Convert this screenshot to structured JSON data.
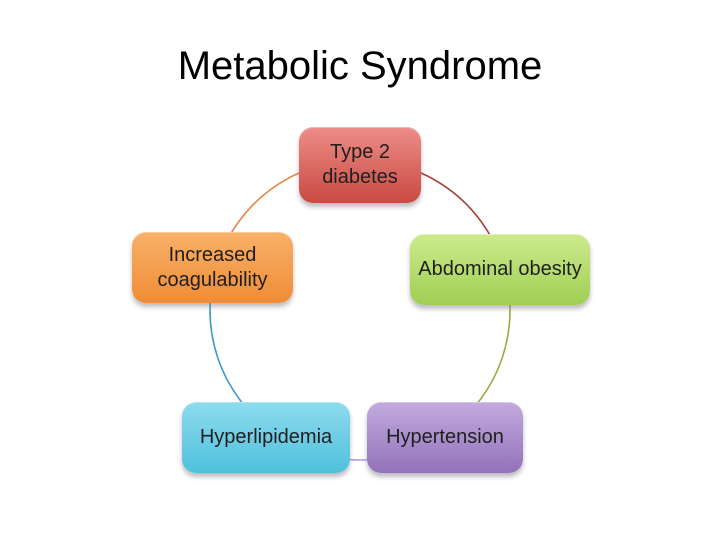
{
  "slide": {
    "title": "Metabolic Syndrome",
    "background_color": "#ffffff",
    "title_color": "#000000"
  },
  "diagram": {
    "type": "cycle",
    "label_text_color": "#1f1f1f",
    "nodes": [
      {
        "label": "Type 2 diabetes",
        "position": "top",
        "fill_top": "#EE8D88",
        "fill_bottom": "#C84A42",
        "arc_to_next_color": "#A63A33"
      },
      {
        "label": "Abdominal obesity",
        "position": "upper-right",
        "fill_top": "#CDEA8D",
        "fill_bottom": "#A0CF53",
        "arc_to_next_color": "#9AAD43"
      },
      {
        "label": "Hypertension",
        "position": "lower-right",
        "fill_top": "#C2ABDE",
        "fill_bottom": "#9272BA",
        "arc_to_next_color": "#B49BD8"
      },
      {
        "label": "Hyperlipidemia",
        "position": "lower-left",
        "fill_top": "#8EDBEE",
        "fill_bottom": "#4FC0DC",
        "arc_to_next_color": "#3E9CC8"
      },
      {
        "label": "Increased coagulability",
        "position": "upper-left",
        "fill_top": "#F8B169",
        "fill_bottom": "#EF8C36",
        "arc_to_next_color": "#E8833F"
      }
    ]
  }
}
